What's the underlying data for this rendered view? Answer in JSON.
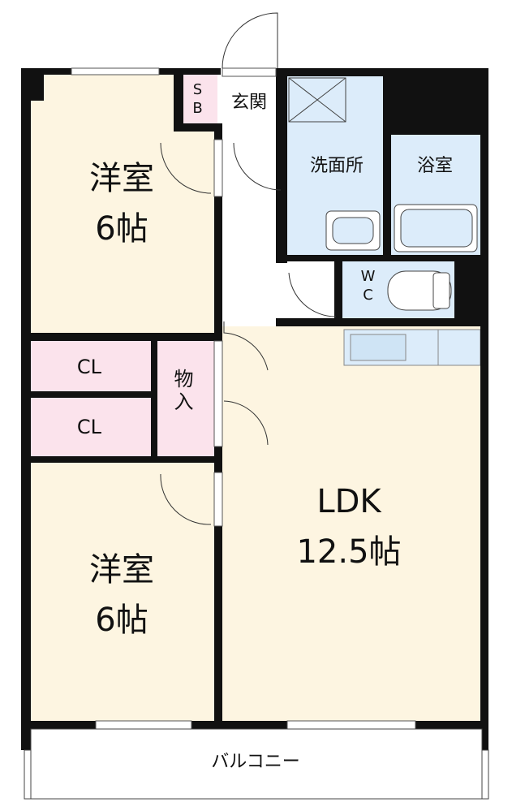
{
  "rooms": {
    "western_top": {
      "name": "洋室",
      "size": "6帖"
    },
    "western_bottom": {
      "name": "洋室",
      "size": "6帖"
    },
    "ldk": {
      "name": "LDK",
      "size": "12.5帖"
    },
    "closet_1": "CL",
    "closet_2": "CL",
    "storage": "物入",
    "shoe_box": "SB",
    "entrance": "玄関",
    "washroom": "洗面所",
    "bathroom": "浴室",
    "toilet": "WC",
    "balcony": "バルコニー"
  },
  "colors": {
    "wall": "#111111",
    "room_floor": "#fdf5e1",
    "wet_area": "#dcecfa",
    "closet": "#fbe3ec",
    "corridor": "#ffffff"
  }
}
